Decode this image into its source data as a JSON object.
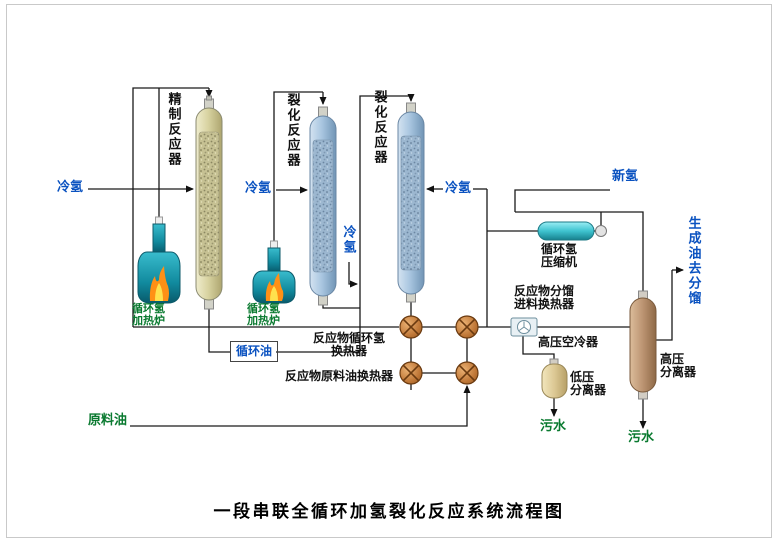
{
  "title": "一段串联全循环加氢裂化反应系统流程图",
  "colors": {
    "stream_blue": "#0a52c0",
    "stream_green": "#0a7a30",
    "reactor_refining_body": "#d9d4a2",
    "reactor_cracking_body": "#a9c6e0",
    "furnace_teal": "#118a9e",
    "flame_orange": "#ff9015",
    "exchanger_bronze": "#c07838",
    "compressor_cyan": "#3fc3cf",
    "hp_separator_tan": "#bb9371",
    "lp_separator_cream": "#dcc894"
  },
  "reactors": {
    "refining": "精制反应器",
    "cracking2": "裂化反应器",
    "cracking3": "裂化反应器"
  },
  "streams": {
    "cold_h2_r1": "冷氢",
    "cold_h2_r2": "冷氢",
    "cold_h2_mid": "冷氢",
    "cold_h2_r3": "冷氢",
    "fresh_h2": "新氢",
    "recycle_oil": "循环油",
    "feed_oil": "原料油",
    "product_to_fractionation": "生成油去分馏",
    "sewage_lp": "污水",
    "sewage_hp": "污水"
  },
  "equipment": {
    "furnace1_line1": "循环氢",
    "furnace1_line2": "加热炉",
    "furnace2_line1": "循环氢",
    "furnace2_line2": "加热炉",
    "compressor_line1": "循环氢",
    "compressor_line2": "压缩机",
    "exch_recycle_h2_line1": "反应物循环氢",
    "exch_recycle_h2_line2": "换热器",
    "exch_feed_oil": "反应物原料油换热器",
    "exch_frac_feed_line1": "反应物分馏",
    "exch_frac_feed_line2": "进料换热器",
    "air_cooler": "高压空冷器",
    "hp_separator_line1": "高压",
    "hp_separator_line2": "分离器",
    "lp_separator_line1": "低压",
    "lp_separator_line2": "分离器"
  }
}
